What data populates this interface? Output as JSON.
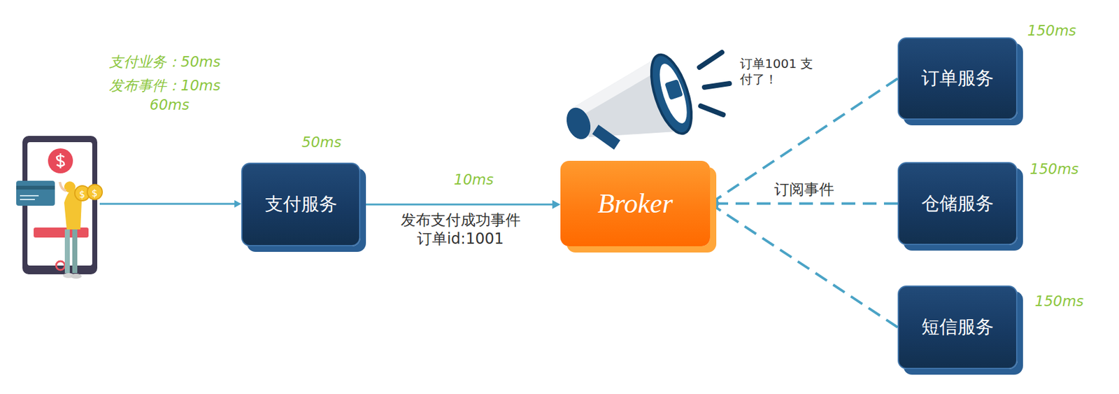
{
  "diagram": {
    "nodes": [
      {
        "text": [
          "支付服务"
        ]
      },
      {
        "text": [
          "Broker"
        ]
      },
      {
        "text": [
          "订单服务"
        ]
      },
      {
        "text": [
          "仓储服务"
        ]
      },
      {
        "text": [
          "短信服务"
        ]
      }
    ],
    "edges": [
      {
        "from": 0,
        "to": 1,
        "arrow": "to",
        "label": "发布支付成功事件 订单id:1001"
      },
      {
        "from": 2,
        "to": 1,
        "arrow": "to"
      },
      {
        "from": 3,
        "to": 1,
        "arrow": "to",
        "label": "订阅事件"
      },
      {
        "from": 4,
        "to": 1,
        "arrow": "to"
      }
    ],
    "labels": [
      "支付业务：50ms",
      "发布事件：10ms",
      "60ms",
      "50ms",
      "10ms",
      "订单1001 支付了！",
      "150ms",
      "150ms",
      "150ms"
    ]
  }
}
